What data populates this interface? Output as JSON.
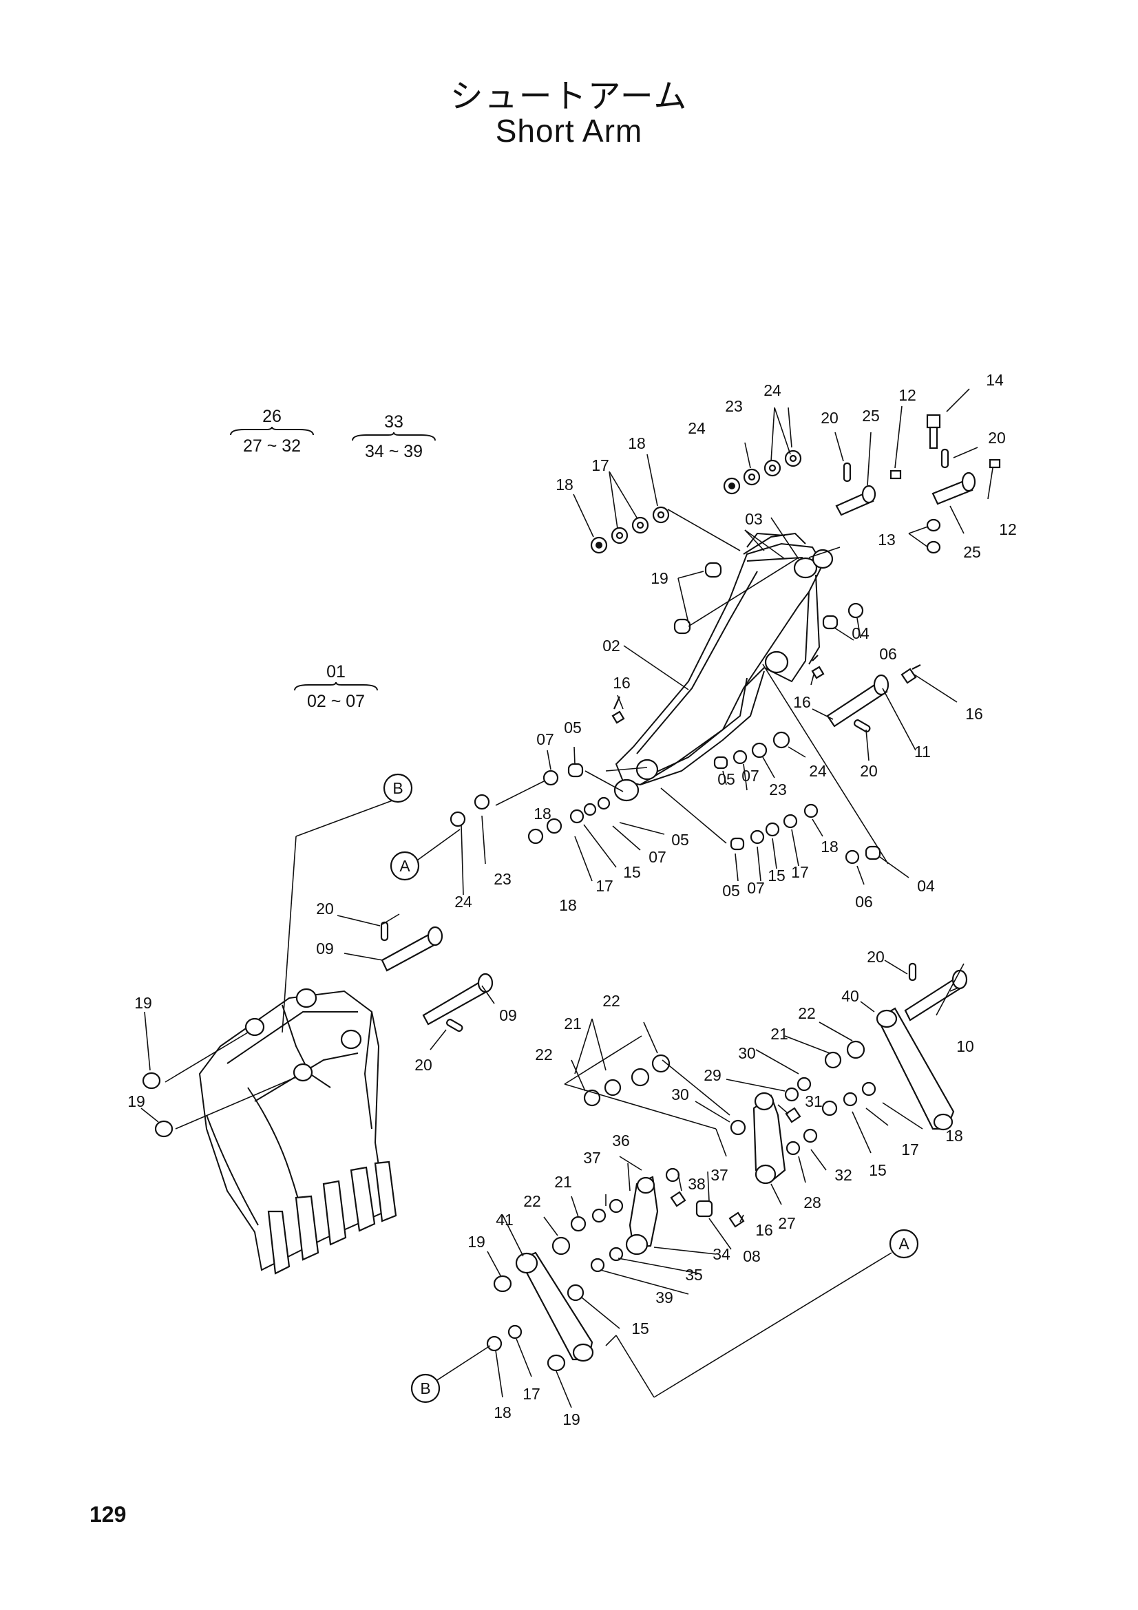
{
  "title_ja": "シュートアーム",
  "title_en": "Short Arm",
  "page_number": "129",
  "groups": [
    {
      "parent": "26",
      "range": "27 ~ 32"
    },
    {
      "parent": "33",
      "range": "34 ~ 39"
    },
    {
      "parent": "01",
      "range": "02 ~ 07"
    }
  ],
  "connectors": {
    "a": "A",
    "b": "B"
  },
  "callouts": [
    {
      "label": "14"
    },
    {
      "label": "24"
    },
    {
      "label": "23"
    },
    {
      "label": "20"
    },
    {
      "label": "25"
    },
    {
      "label": "12"
    },
    {
      "label": "24"
    },
    {
      "label": "18"
    },
    {
      "label": "17"
    },
    {
      "label": "18"
    },
    {
      "label": "20"
    },
    {
      "label": "12"
    },
    {
      "label": "13"
    },
    {
      "label": "25"
    },
    {
      "label": "03"
    },
    {
      "label": "19"
    },
    {
      "label": "04"
    },
    {
      "label": "06"
    },
    {
      "label": "02"
    },
    {
      "label": "16"
    },
    {
      "label": "16"
    },
    {
      "label": "16"
    },
    {
      "label": "11"
    },
    {
      "label": "20"
    },
    {
      "label": "07"
    },
    {
      "label": "05"
    },
    {
      "label": "05"
    },
    {
      "label": "07"
    },
    {
      "label": "23"
    },
    {
      "label": "24"
    },
    {
      "label": "05"
    },
    {
      "label": "07"
    },
    {
      "label": "23"
    },
    {
      "label": "24"
    },
    {
      "label": "18"
    },
    {
      "label": "17"
    },
    {
      "label": "15"
    },
    {
      "label": "18"
    },
    {
      "label": "05"
    },
    {
      "label": "07"
    },
    {
      "label": "15"
    },
    {
      "label": "17"
    },
    {
      "label": "18"
    },
    {
      "label": "06"
    },
    {
      "label": "04"
    },
    {
      "label": "20"
    },
    {
      "label": "09"
    },
    {
      "label": "19"
    },
    {
      "label": "09"
    },
    {
      "label": "20"
    },
    {
      "label": "19"
    },
    {
      "label": "20"
    },
    {
      "label": "22"
    },
    {
      "label": "40"
    },
    {
      "label": "21"
    },
    {
      "label": "22"
    },
    {
      "label": "10"
    },
    {
      "label": "22"
    },
    {
      "label": "21"
    },
    {
      "label": "30"
    },
    {
      "label": "29"
    },
    {
      "label": "30"
    },
    {
      "label": "31"
    },
    {
      "label": "18"
    },
    {
      "label": "17"
    },
    {
      "label": "15"
    },
    {
      "label": "32"
    },
    {
      "label": "28"
    },
    {
      "label": "27"
    },
    {
      "label": "37"
    },
    {
      "label": "36"
    },
    {
      "label": "21"
    },
    {
      "label": "22"
    },
    {
      "label": "38"
    },
    {
      "label": "37"
    },
    {
      "label": "16"
    },
    {
      "label": "08"
    },
    {
      "label": "34"
    },
    {
      "label": "35"
    },
    {
      "label": "39"
    },
    {
      "label": "41"
    },
    {
      "label": "19"
    },
    {
      "label": "15"
    },
    {
      "label": "17"
    },
    {
      "label": "18"
    },
    {
      "label": "19"
    }
  ]
}
